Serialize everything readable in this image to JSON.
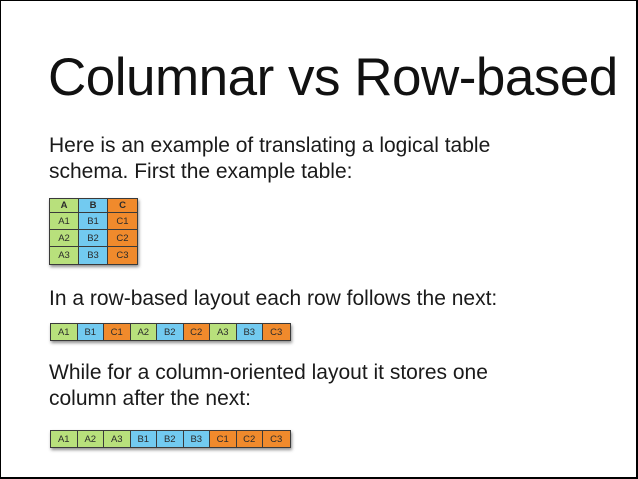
{
  "slide": {
    "title": "Columnar vs Row-based",
    "intro_line1": "Here is an example of translating a logical table",
    "intro_line2": "schema. First the example table:",
    "row_text": "In a row-based layout each row follows the next:",
    "col_text_line1": "While for a column-oriented layout it stores one",
    "col_text_line2": "column after the next:"
  },
  "colors": {
    "A": "#b8e07c",
    "B": "#72caf0",
    "C": "#f08a2c"
  },
  "table": {
    "headers": [
      "A",
      "B",
      "C"
    ],
    "rows": [
      [
        "A1",
        "B1",
        "C1"
      ],
      [
        "A2",
        "B2",
        "C2"
      ],
      [
        "A3",
        "B3",
        "C3"
      ]
    ]
  },
  "row_layout": [
    "A1",
    "B1",
    "C1",
    "A2",
    "B2",
    "C2",
    "A3",
    "B3",
    "C3"
  ],
  "column_layout": [
    "A1",
    "A2",
    "A3",
    "B1",
    "B2",
    "B3",
    "C1",
    "C2",
    "C3"
  ]
}
